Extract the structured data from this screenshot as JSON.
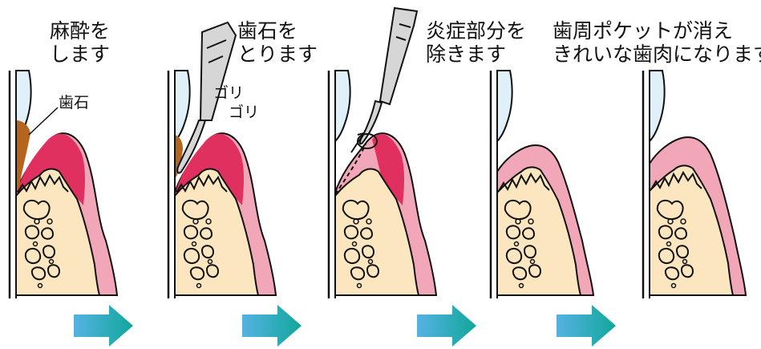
{
  "colors": {
    "tooth_enamel": "#dff0f8",
    "tartar": "#b5651d",
    "gum_inflamed": "#e03060",
    "gum_healthy": "#f2a7b8",
    "bone": "#fbe6bf",
    "arrow_start": "#56b2e3",
    "arrow_end": "#11a79a",
    "instrument": "#b9b9b9"
  },
  "steps": [
    {
      "caption_line1": "麻酔を",
      "caption_line2": "します"
    },
    {
      "caption_line1": "歯石を",
      "caption_line2": "とります"
    },
    {
      "caption_line1": "炎症部分を",
      "caption_line2": "除きます"
    },
    {
      "caption_line1": "歯周ポケットが消え",
      "caption_line2": "きれいな歯肉になります"
    }
  ],
  "labels": {
    "calculus": "歯石",
    "scrape_1": "ゴリ",
    "scrape_2": "ゴリ"
  },
  "icons": {
    "step_arrow": "right-arrow-icon",
    "scaler": "scaler-instrument-icon",
    "motion": "curved-arrow-icon"
  }
}
